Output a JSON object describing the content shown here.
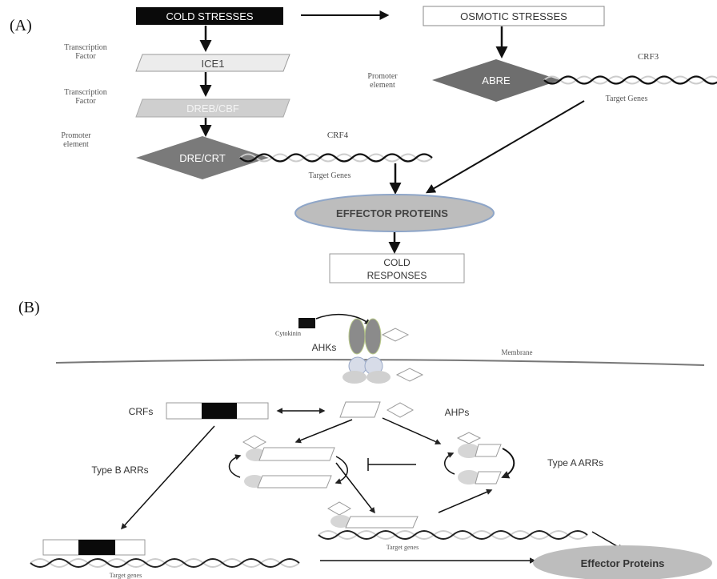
{
  "panel_a": {
    "label": "(A)",
    "cold_stresses": "COLD STRESSES",
    "osmotic_stresses": "OSMOTIC STRESSES",
    "ice1": "ICE1",
    "dreb_cbf": "DREB/CBF",
    "dre_crt": "DRE/CRT",
    "abre": "ABRE",
    "tf_label_1_line1": "Transcription",
    "tf_label_1_line2": "Factor",
    "tf_label_2_line1": "Transcription",
    "tf_label_2_line2": "Factor",
    "promoter_left_line1": "Promoter",
    "promoter_left_line2": "element",
    "promoter_right_line1": "Promoter",
    "promoter_right_line2": "element",
    "crf4": "CRF4",
    "crf3": "CRF3",
    "target_genes_left": "Target Genes",
    "target_genes_right": "Target Genes",
    "effector_proteins": "EFFECTOR PROTEINS",
    "cold_responses_line1": "COLD",
    "cold_responses_line2": "RESPONSES"
  },
  "panel_b": {
    "label": "(B)",
    "cytokinin": "Cytokinin",
    "ahks": "AHKs",
    "membrane": "Membrane",
    "crfs": "CRFs",
    "ahps": "AHPs",
    "type_a_arrs": "Type A ARRs",
    "type_b_arrs": "Type B ARRs",
    "target_genes_right": "Target genes",
    "target_genes_left": "Target genes",
    "effector_proteins": "Effector Proteins"
  },
  "colors": {
    "black_box": "#0a0a0a",
    "dark_gray": "#777777",
    "light_gray": "#d4d4d4",
    "ellipse_fill": "#bdbdbd",
    "ellipse_stroke": "#8fa6c8"
  }
}
